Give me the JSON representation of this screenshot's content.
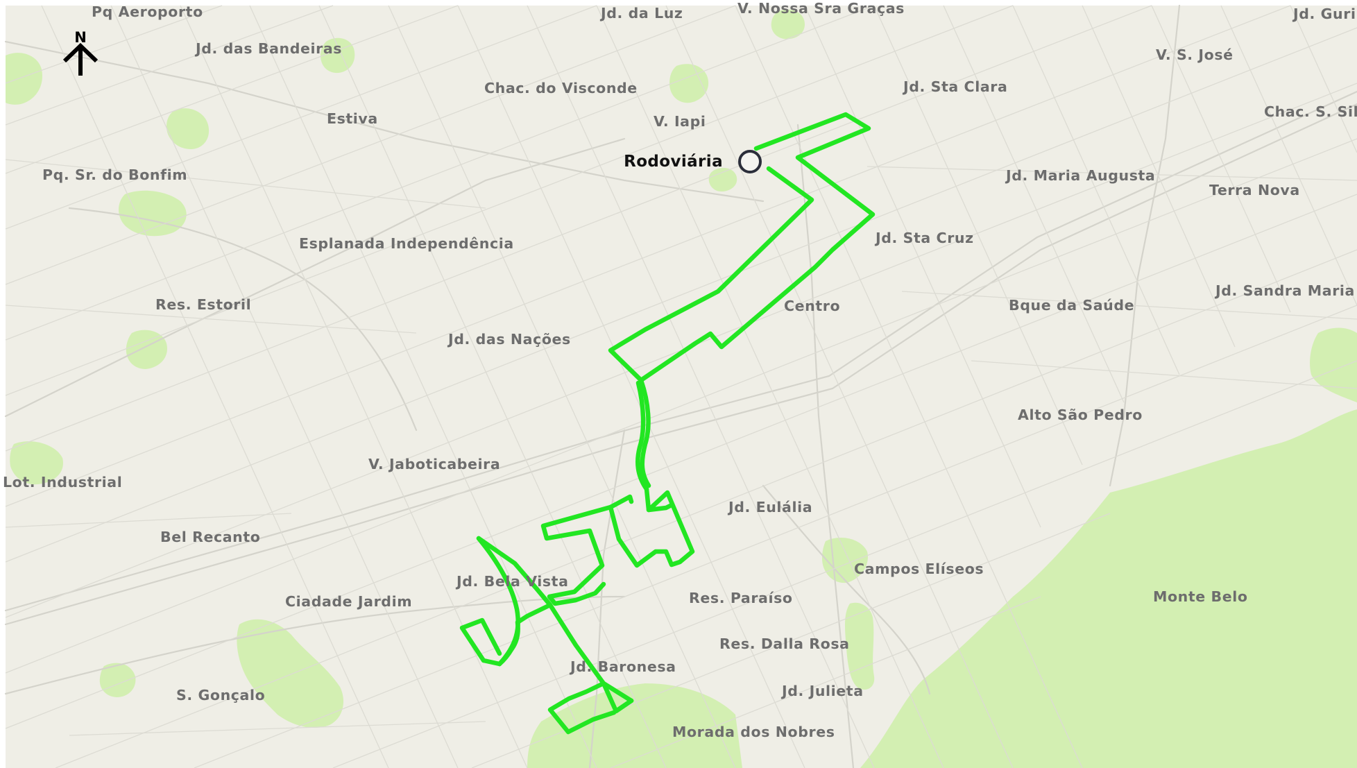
{
  "colors": {
    "background": "#efeee6",
    "street": "#d4d3cb",
    "park": "#d3efb2",
    "route": "#22e622",
    "hub_fill": "#f4f4f0",
    "hub_stroke": "#2b2e3a",
    "label": "#6d6d6d"
  },
  "north_arrow": {
    "letter": "N",
    "icon": "north-arrow-icon"
  },
  "hub": {
    "label": "Rodoviária",
    "icon": "bus-station-circle-icon"
  },
  "neighborhoods": [
    "Pq Aeroporto",
    "Jd. da Luz",
    "V. Nossa Sra Graças",
    "Jd. Guri",
    "Jd. das Bandeiras",
    "V. S. José",
    "Chac. do Visconde",
    "Jd. Sta Clara",
    "Estiva",
    "V. Iapi",
    "Chac. S. Sil",
    "Pq. Sr. do Bonfim",
    "Jd. Maria Augusta",
    "Terra Nova",
    "Esplanada Independência",
    "Jd. Sta Cruz",
    "Res. Estoril",
    "Centro",
    "Bque da Saúde",
    "Jd. Sandra Maria",
    "Jd. das Nações",
    "Alto São Pedro",
    "V. Jaboticabeira",
    "Lot. Industrial",
    "Jd. Eulália",
    "Bel Recanto",
    "Campos Elíseos",
    "Jd. Bela Vista",
    "Ciadade Jardim",
    "Res. Paraíso",
    "Monte Belo",
    "Res. Dalla Rosa",
    "Jd. Baronesa",
    "S. Gonçalo",
    "Jd. Julieta",
    "Morada dos Nobres"
  ]
}
